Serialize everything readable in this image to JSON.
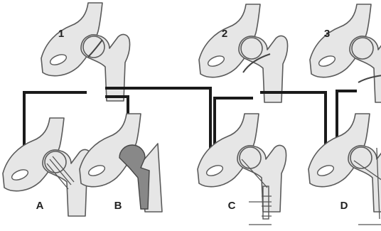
{
  "panels_top": [
    {
      "label": "1"
    },
    {
      "label": "2"
    },
    {
      "label": "3"
    }
  ],
  "panels_bottom": [
    {
      "label": "A"
    },
    {
      "label": "B"
    },
    {
      "label": "C"
    },
    {
      "label": "D"
    }
  ],
  "colors": {
    "bone": "#e6e6e6",
    "outline": "#5a5a5a",
    "prosthesis": "#888888",
    "connector": "#1a1a1a"
  }
}
